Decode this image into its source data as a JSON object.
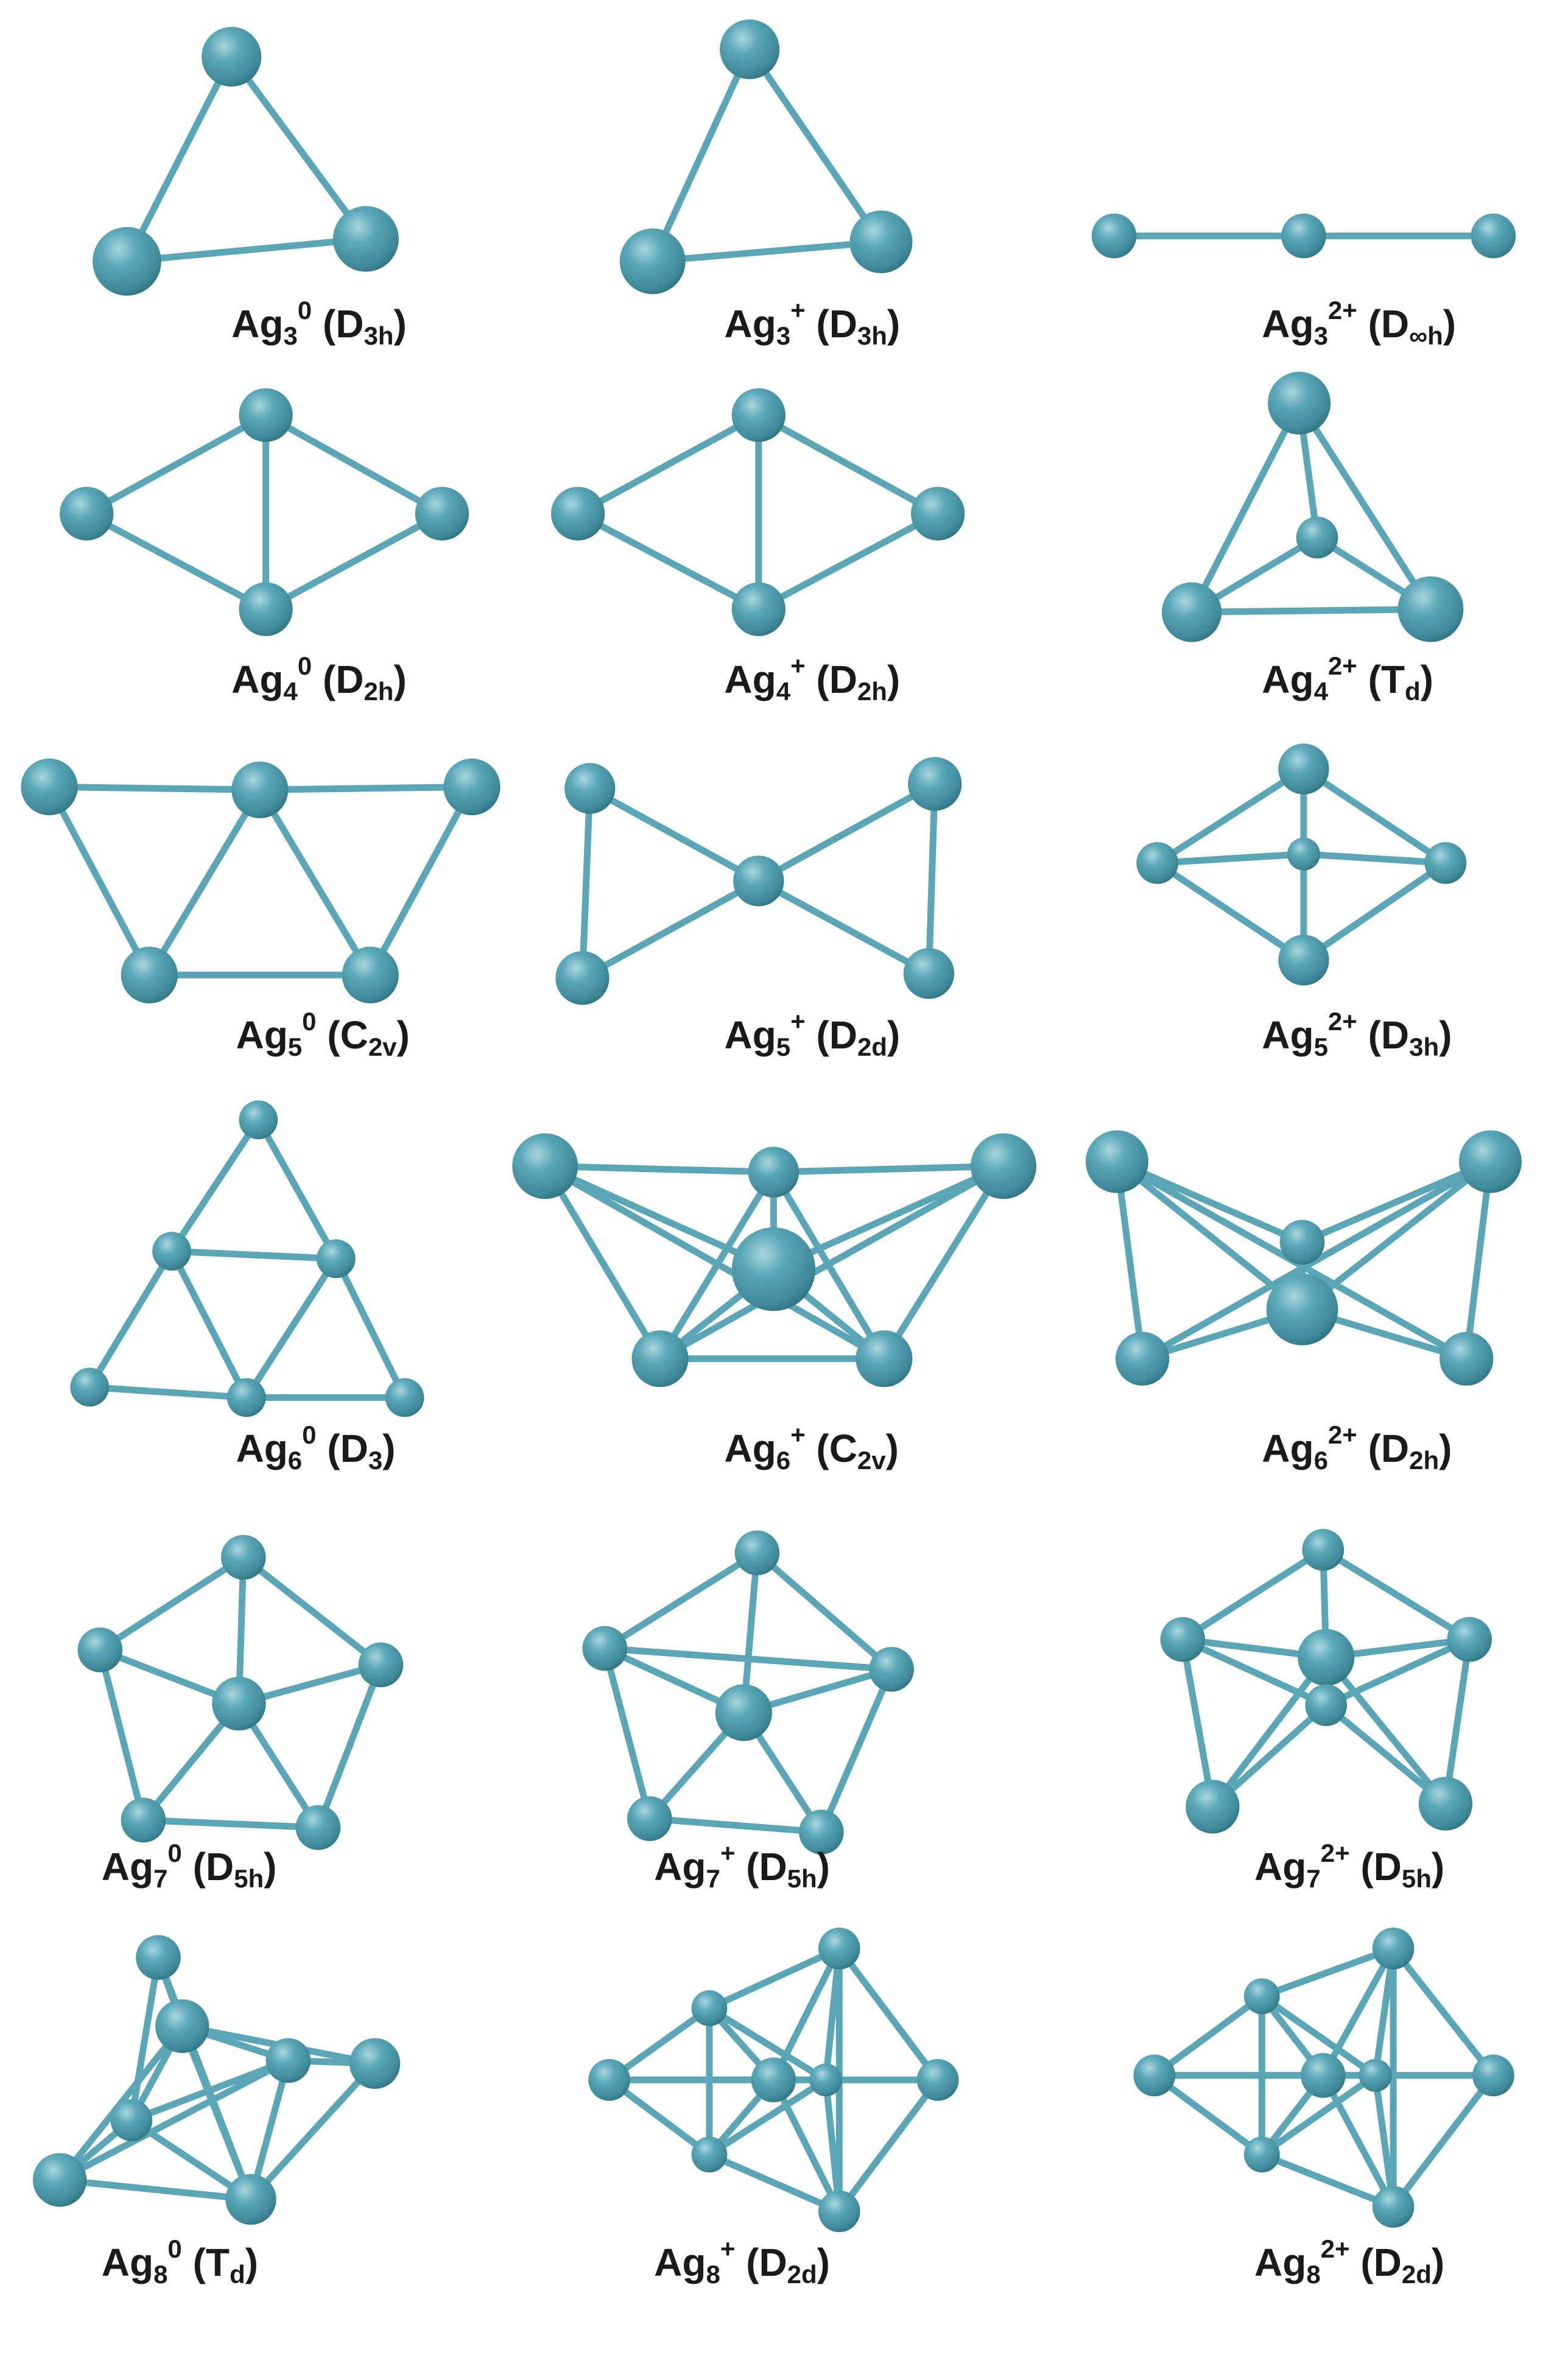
{
  "colors": {
    "atom": "#4e9dae",
    "atom_highlight": "#9fd0da",
    "atom_shadow": "#2f6e7c",
    "bond": "#5aa6b6"
  },
  "clusters": [
    {
      "id": "ag3-0",
      "symbol": "Ag",
      "n": "3",
      "charge": "0",
      "group_base": "D",
      "group_sub": "3h"
    },
    {
      "id": "ag3-1",
      "symbol": "Ag",
      "n": "3",
      "charge": "+",
      "group_base": "D",
      "group_sub": "3h"
    },
    {
      "id": "ag3-2",
      "symbol": "Ag",
      "n": "3",
      "charge": "2+",
      "group_base": "D",
      "group_sub": "∞h"
    },
    {
      "id": "ag4-0",
      "symbol": "Ag",
      "n": "4",
      "charge": "0",
      "group_base": "D",
      "group_sub": "2h"
    },
    {
      "id": "ag4-1",
      "symbol": "Ag",
      "n": "4",
      "charge": "+",
      "group_base": "D",
      "group_sub": "2h"
    },
    {
      "id": "ag4-2",
      "symbol": "Ag",
      "n": "4",
      "charge": "2+",
      "group_base": "T",
      "group_sub": "d"
    },
    {
      "id": "ag5-0",
      "symbol": "Ag",
      "n": "5",
      "charge": "0",
      "group_base": "C",
      "group_sub": "2v"
    },
    {
      "id": "ag5-1",
      "symbol": "Ag",
      "n": "5",
      "charge": "+",
      "group_base": "D",
      "group_sub": "2d"
    },
    {
      "id": "ag5-2",
      "symbol": "Ag",
      "n": "5",
      "charge": "2+",
      "group_base": "D",
      "group_sub": "3h"
    },
    {
      "id": "ag6-0",
      "symbol": "Ag",
      "n": "6",
      "charge": "0",
      "group_base": "D",
      "group_sub": "3"
    },
    {
      "id": "ag6-1",
      "symbol": "Ag",
      "n": "6",
      "charge": "+",
      "group_base": "C",
      "group_sub": "2v"
    },
    {
      "id": "ag6-2",
      "symbol": "Ag",
      "n": "6",
      "charge": "2+",
      "group_base": "D",
      "group_sub": "2h"
    },
    {
      "id": "ag7-0",
      "symbol": "Ag",
      "n": "7",
      "charge": "0",
      "group_base": "D",
      "group_sub": "5h"
    },
    {
      "id": "ag7-1",
      "symbol": "Ag",
      "n": "7",
      "charge": "+",
      "group_base": "D",
      "group_sub": "5h"
    },
    {
      "id": "ag7-2",
      "symbol": "Ag",
      "n": "7",
      "charge": "2+",
      "group_base": "D",
      "group_sub": "5h"
    },
    {
      "id": "ag8-0",
      "symbol": "Ag",
      "n": "8",
      "charge": "0",
      "group_base": "T",
      "group_sub": "d"
    },
    {
      "id": "ag8-1",
      "symbol": "Ag",
      "n": "8",
      "charge": "+",
      "group_base": "D",
      "group_sub": "2d"
    },
    {
      "id": "ag8-2",
      "symbol": "Ag",
      "n": "8",
      "charge": "2+",
      "group_base": "D",
      "group_sub": "2d"
    }
  ]
}
